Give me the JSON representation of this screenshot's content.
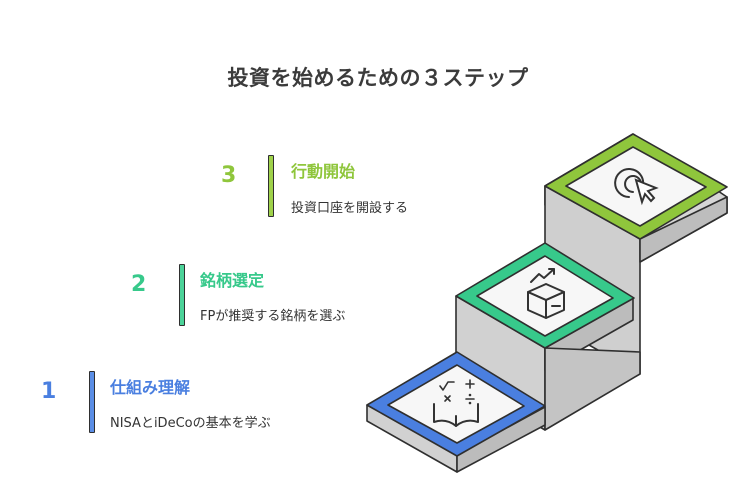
{
  "title": "投資を始めるための３ステップ",
  "colors": {
    "step1": "#4a7fe0",
    "step2": "#37c98b",
    "step3": "#8fc63c",
    "step1_light": "#9dbcf2",
    "step2_light": "#8ff0cb",
    "step3_light": "#cdee96"
  },
  "steps": [
    {
      "number": "1",
      "title": "仕組み理解",
      "description": "NISAとiDeCoの基本を学ぶ",
      "icon": "book-formula-icon"
    },
    {
      "number": "2",
      "title": "銘柄選定",
      "description": "FPが推奨する銘柄を選ぶ",
      "icon": "growth-box-icon"
    },
    {
      "number": "3",
      "title": "行動開始",
      "description": "投資口座を開設する",
      "icon": "click-cursor-icon"
    }
  ]
}
